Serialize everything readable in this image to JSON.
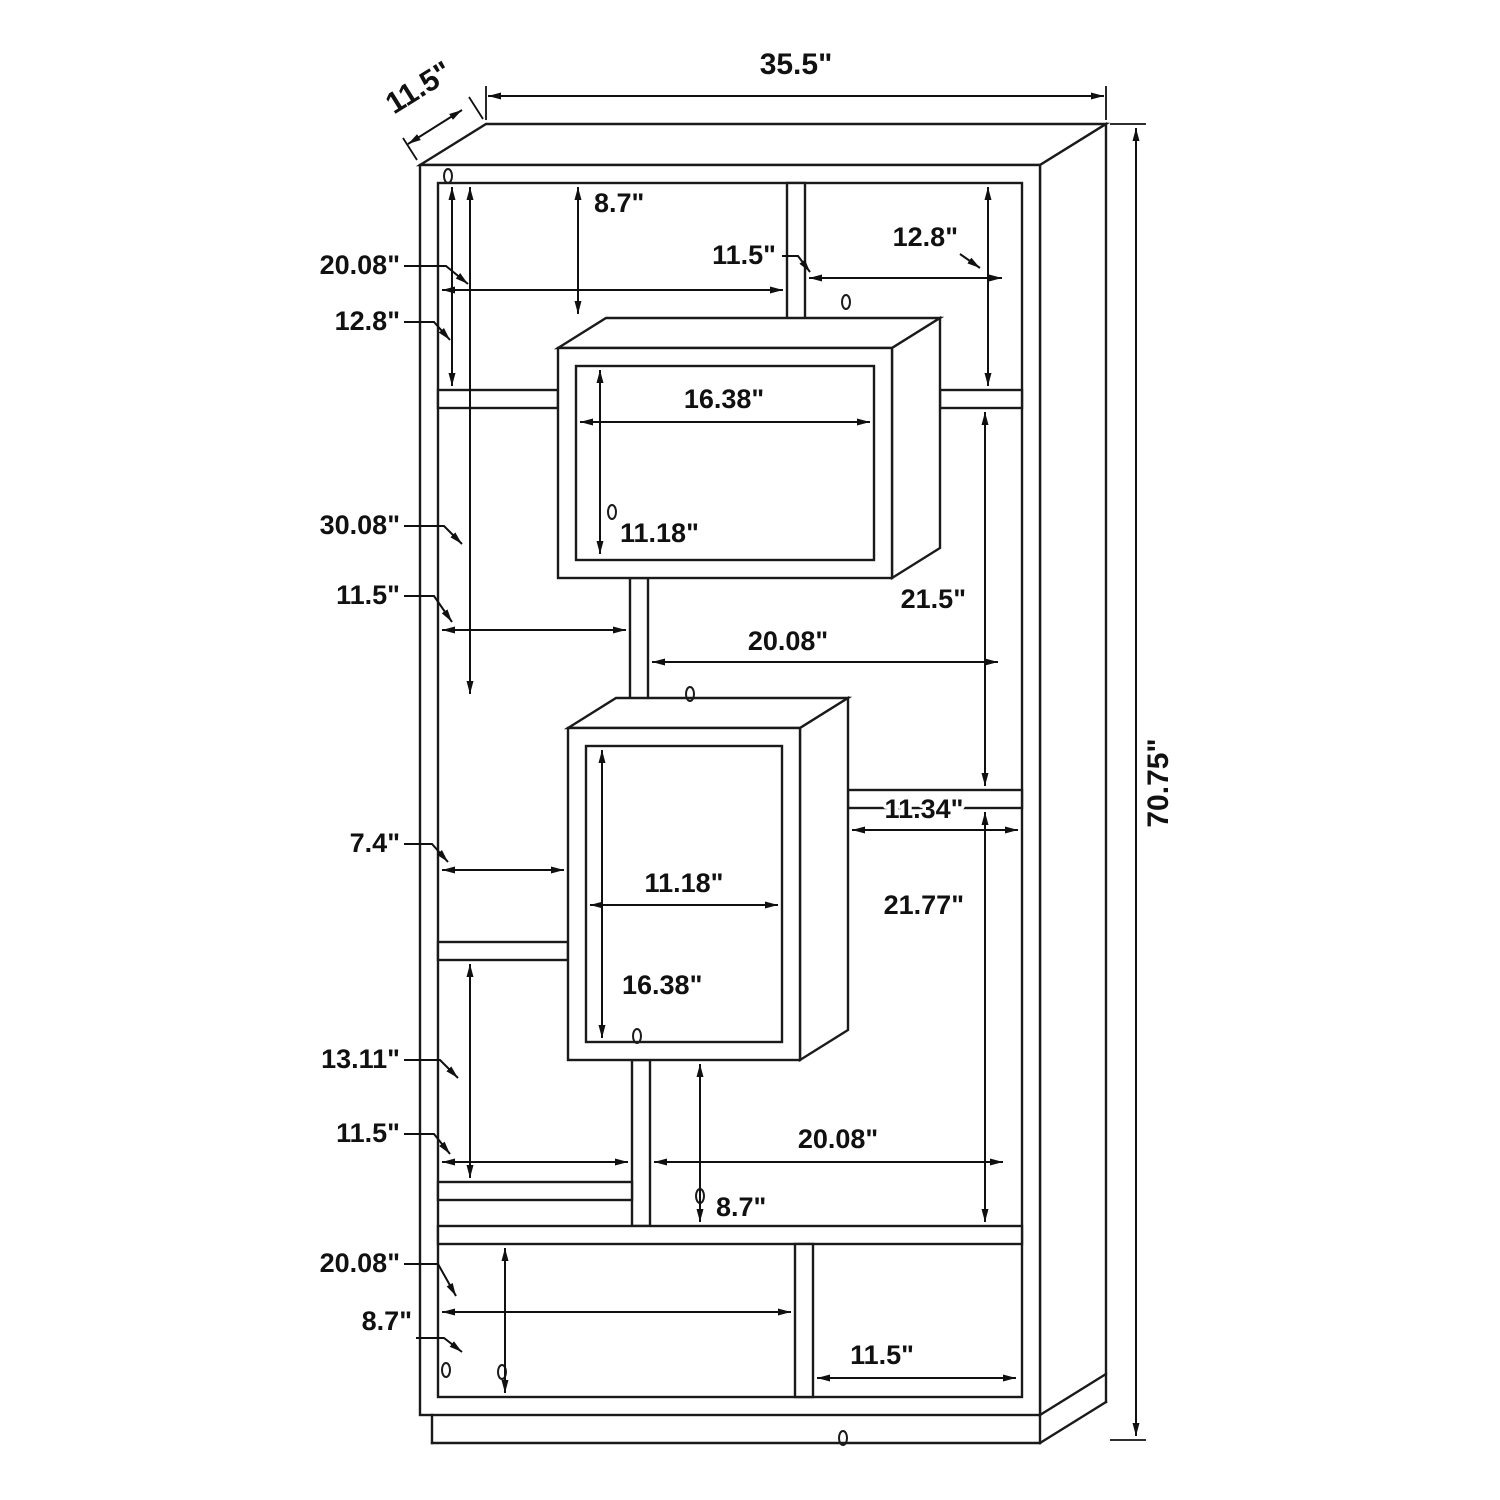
{
  "diagram": {
    "subject": "Bookcase dimension diagram",
    "background": "#ffffff",
    "line_color": "#1a1a1a"
  },
  "dims": {
    "top_width": "35.5\"",
    "top_depth": "11.5\"",
    "total_height": "70.75\"",
    "top_inner_height": "8.7\"",
    "top_left_width": "20.08\"",
    "left_upper_height": "12.8\"",
    "top_center_width": "11.5\"",
    "top_right_height": "12.8\"",
    "upper_box_width": "16.38\"",
    "upper_box_height": "11.18\"",
    "left_mid_height": "30.08\"",
    "left_mid_width": "11.5\"",
    "right_mid_height": "21.5\"",
    "center_width": "20.08\"",
    "right_shelf_width": "11.34\"",
    "left_lower_width": "7.4\"",
    "middle_box_width": "11.18\"",
    "middle_box_height": "16.38\"",
    "right_lower_height": "21.77\"",
    "left_lower_height": "13.11\"",
    "left_lower_width2": "11.5\"",
    "bottom_right_upper_width": "20.08\"",
    "bottom_center_height": "8.7\"",
    "bottom_left_width": "20.08\"",
    "bottom_left_height": "8.7\"",
    "bottom_right_width": "11.5\""
  }
}
